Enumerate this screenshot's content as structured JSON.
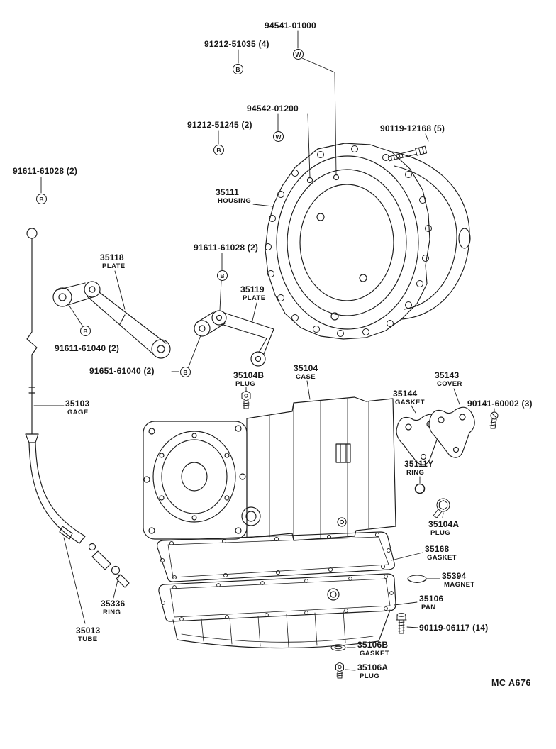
{
  "page": {
    "background": "#ffffff",
    "ink": "#1c1c1c"
  },
  "footer": {
    "code": "MC A676"
  },
  "markers": [
    {
      "letter": "B"
    },
    {
      "letter": "W"
    },
    {
      "letter": "W"
    },
    {
      "letter": "B"
    },
    {
      "letter": "B"
    },
    {
      "letter": "B"
    },
    {
      "letter": "B"
    },
    {
      "letter": "B"
    }
  ],
  "labels": [
    {
      "part": "94541-01000",
      "sub": ""
    },
    {
      "part": "91212-51035 (4)",
      "sub": ""
    },
    {
      "part": "94542-01200",
      "sub": ""
    },
    {
      "part": "91212-51245 (2)",
      "sub": ""
    },
    {
      "part": "90119-12168 (5)",
      "sub": ""
    },
    {
      "part": "91611-61028 (2)",
      "sub": ""
    },
    {
      "part": "35111",
      "sub": "HOUSING"
    },
    {
      "part": "35118",
      "sub": "PLATE"
    },
    {
      "part": "91611-61028 (2)",
      "sub": ""
    },
    {
      "part": "35119",
      "sub": "PLATE"
    },
    {
      "part": "91611-61040 (2)",
      "sub": ""
    },
    {
      "part": "91651-61040 (2)",
      "sub": ""
    },
    {
      "part": "35104B",
      "sub": "PLUG"
    },
    {
      "part": "35104",
      "sub": "CASE"
    },
    {
      "part": "35144",
      "sub": "GASKET"
    },
    {
      "part": "35143",
      "sub": "COVER"
    },
    {
      "part": "90141-60002 (3)",
      "sub": ""
    },
    {
      "part": "35103",
      "sub": "GAGE"
    },
    {
      "part": "35111Y",
      "sub": "RING"
    },
    {
      "part": "35104A",
      "sub": "PLUG"
    },
    {
      "part": "35168",
      "sub": "GASKET"
    },
    {
      "part": "35394",
      "sub": "MAGNET"
    },
    {
      "part": "35106",
      "sub": "PAN"
    },
    {
      "part": "90119-06117 (14)",
      "sub": ""
    },
    {
      "part": "35336",
      "sub": "RING"
    },
    {
      "part": "35013",
      "sub": "TUBE"
    },
    {
      "part": "35106B",
      "sub": "GASKET"
    },
    {
      "part": "35106A",
      "sub": "PLUG"
    }
  ]
}
